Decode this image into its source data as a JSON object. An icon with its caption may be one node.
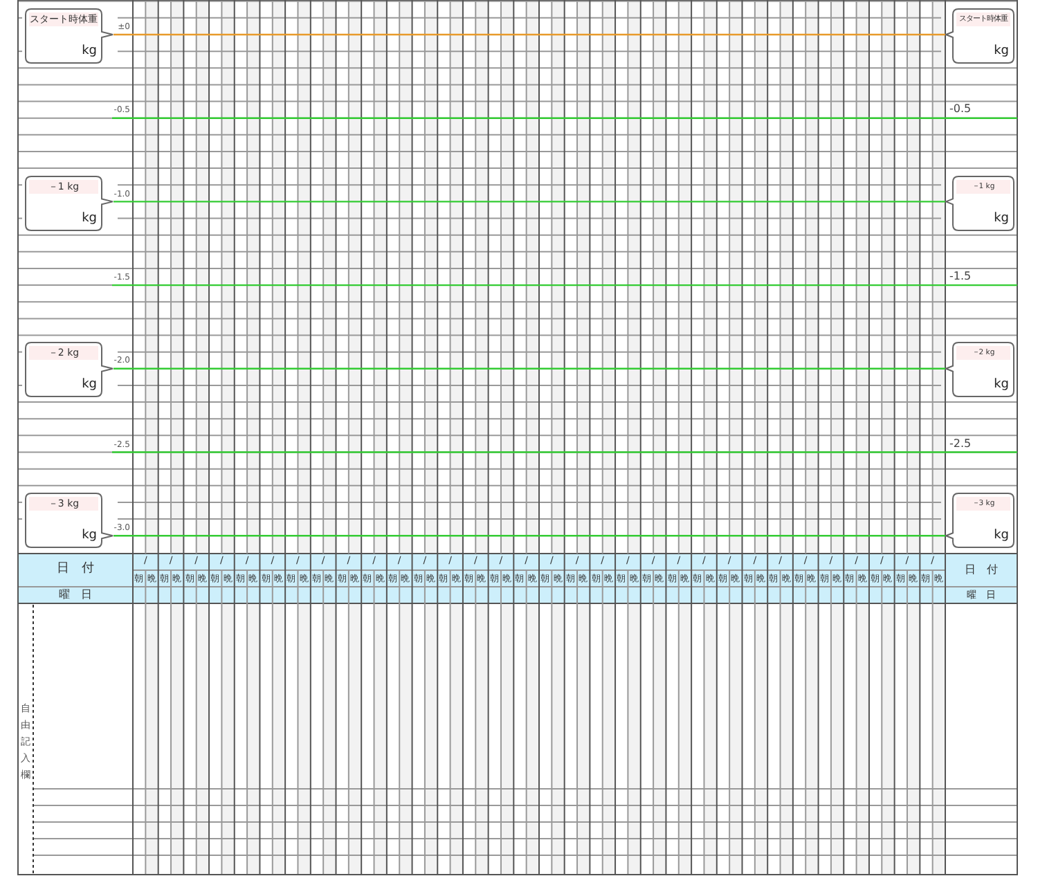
{
  "diagram": {
    "nodes": [
      {
        "text": [
          "スタート時体重",
          "kg"
        ]
      },
      {
        "text": [
          "スタート時体重",
          "kg"
        ]
      },
      {
        "text": [
          "－1 kg",
          "kg"
        ]
      },
      {
        "text": [
          "－1 kg",
          "kg"
        ]
      },
      {
        "text": [
          "－2 kg",
          "kg"
        ]
      },
      {
        "text": [
          "－2 kg",
          "kg"
        ]
      },
      {
        "text": [
          "－3 kg",
          "kg"
        ]
      },
      {
        "text": [
          "－3 kg",
          "kg"
        ]
      }
    ],
    "edges": [
      {
        "from": 0,
        "to": 1,
        "arrow": "none",
        "color": "#e89a2a"
      },
      {
        "from": 2,
        "to": 3,
        "arrow": "none"
      },
      {
        "from": 4,
        "to": 5,
        "arrow": "none"
      },
      {
        "from": 6,
        "to": 7,
        "arrow": "none"
      }
    ],
    "labels": [
      "±0",
      "-0.5",
      "-0.5",
      "-1.0",
      "-1.5",
      "-1.5",
      "-2.0",
      "-2.5",
      "-2.5",
      "-3.0",
      "日　付",
      "/",
      "/",
      "/",
      "/",
      "/",
      "/",
      "/",
      "/",
      "/",
      "/",
      "/",
      "/",
      "/",
      "/",
      "/",
      "/",
      "/",
      "/",
      "/",
      "/",
      "/",
      "/",
      "/",
      "/",
      "/",
      "/",
      "/",
      "/",
      "/",
      "/",
      "/",
      "/",
      "日　付",
      "朝",
      "晩",
      "朝",
      "晩",
      "朝",
      "晩",
      "朝",
      "晩",
      "朝",
      "晩",
      "朝",
      "晩",
      "朝",
      "晩",
      "朝",
      "晩",
      "朝",
      "晩",
      "朝",
      "晩",
      "朝",
      "晩",
      "朝",
      "晩",
      "朝",
      "晩",
      "朝",
      "晩",
      "朝",
      "晩",
      "朝",
      "晩",
      "朝",
      "晩",
      "朝",
      "晩",
      "朝",
      "晩",
      "朝",
      "晩",
      "朝",
      "晩",
      "朝",
      "晩",
      "朝",
      "晩",
      "朝",
      "晩",
      "朝",
      "晩",
      "朝",
      "晩",
      "朝",
      "晩",
      "朝",
      "晩",
      "朝",
      "晩",
      "朝",
      "晩",
      "朝",
      "晩",
      "朝",
      "晩",
      "曜　日",
      "曜　日",
      "自由記入欄"
    ]
  }
}
